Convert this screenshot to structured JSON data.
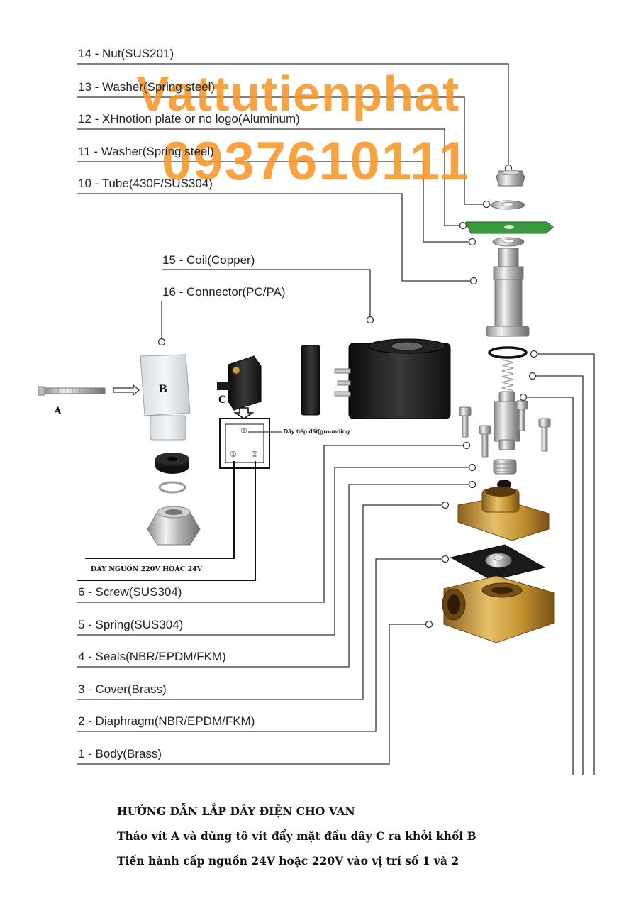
{
  "watermark": {
    "brand": "Vattutienphat",
    "phone": "0937610111"
  },
  "parts": [
    {
      "id": "14",
      "label": "14 - Nut(SUS201)"
    },
    {
      "id": "13",
      "label": "13 - Washer(Spring steel)"
    },
    {
      "id": "12",
      "label": "12 - XHnotion plate or no logo(Aluminum)"
    },
    {
      "id": "11",
      "label": "11 - Washer(Spring steel)"
    },
    {
      "id": "10",
      "label": "10 - Tube(430F/SUS304)"
    },
    {
      "id": "15",
      "label": "15 - Coil(Copper)"
    },
    {
      "id": "16",
      "label": "16 - Connector(PC/PA)"
    },
    {
      "id": "6",
      "label": "6 - Screw(SUS304)"
    },
    {
      "id": "5",
      "label": "5 - Spring(SUS304)"
    },
    {
      "id": "4",
      "label": "4 - Seals(NBR/EPDM/FKM)"
    },
    {
      "id": "3",
      "label": "3 - Cover(Brass)"
    },
    {
      "id": "2",
      "label": "2 - Diaphragm(NBR/EPDM/FKM)"
    },
    {
      "id": "1",
      "label": "1 - Body(Brass)"
    }
  ],
  "wiring": {
    "letter_a": "A",
    "letter_b": "B",
    "letter_c": "C",
    "grounding": "Dây tiếp đất(grounding",
    "pin_ground": "③",
    "pin_1": "①",
    "pin_2": "②",
    "power": "DÂY NGUỒN 220V HOẶC 24V"
  },
  "instructions": {
    "title": "HƯỚNG DẪN LẮP DÂY ĐIỆN CHO VAN",
    "line1": "Tháo vít A và dùng tô vít đẩy mặt đấu dây C ra khỏi khối B",
    "line2": "Tiến hành cấp nguồn 24V hoặc 220V vào vị trí số 1 và 2"
  },
  "colors": {
    "watermark": "#f7962a",
    "brass": "#c89a3c",
    "coil": "#1e1e1e",
    "plate": "#3a9a40"
  }
}
